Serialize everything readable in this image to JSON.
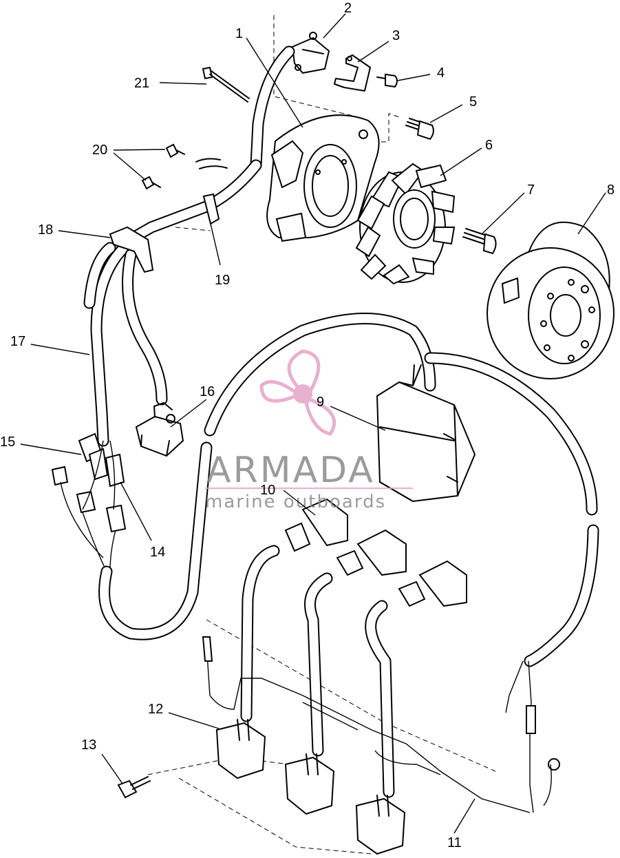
{
  "watermark": {
    "brand": "ARMADA",
    "tagline": "marine outboards",
    "accent_color": "#e6a3c8",
    "text_color": "#8a8a8a"
  },
  "callouts": {
    "c1": "1",
    "c2": "2",
    "c3": "3",
    "c4": "4",
    "c5": "5",
    "c6": "6",
    "c7": "7",
    "c8": "8",
    "c9": "9",
    "c10": "10",
    "c11": "11",
    "c12": "12",
    "c13": "13",
    "c14": "14",
    "c15": "15",
    "c16": "16",
    "c17": "17",
    "c18": "18",
    "c19": "19",
    "c20": "20",
    "c21": "21"
  }
}
